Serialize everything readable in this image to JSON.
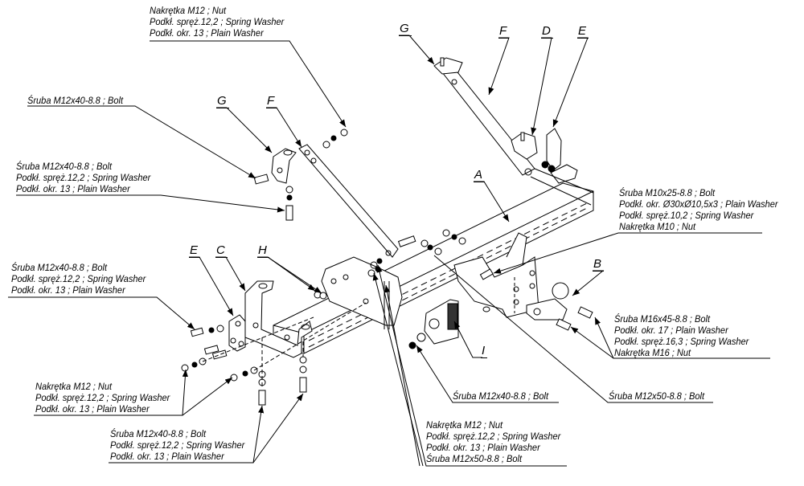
{
  "diagram": {
    "type": "exploded assembly drawing",
    "subject": "tow bar (hitch) mounting kit",
    "part_letters": {
      "A": "A",
      "B": "B",
      "C": "C",
      "D": "D",
      "E": "E",
      "F": "F",
      "G": "G",
      "H": "H",
      "I": "I"
    },
    "callouts": {
      "top_nut_group": [
        "Nakrętka  M12 ; Nut",
        "Podkł. spręż.12,2 ; Spring Washer",
        "Podkł. okr. 13 ; Plain Washer"
      ],
      "bolt_g_left": [
        "Śruba M12x40-8.8 ;  Bolt"
      ],
      "bolt_g_bottom": [
        "Śruba M12x40-8.8 ;  Bolt",
        "Podkł. spręż.12,2 ; Spring Washer",
        "Podkł. okr. 13 ; Plain Washer"
      ],
      "bolt_e_left": [
        "Śruba M12x40-8.8 ; Bolt",
        "Podkł. spręż.12,2 ; Spring Washer",
        "Podkł. okr. 13 ; Plain Washer"
      ],
      "nut_group_left": [
        "Nakrętka  M12 ; Nut",
        "Podkł. spręż.12,2 ; Spring Washer",
        "Podkł. okr. 13 ; Plain Washer"
      ],
      "bolt_c_bottom": [
        "Śruba M12x40-8.8 ;  Bolt",
        "Podkł. spręż.12,2 ; Spring Washer",
        "Podkł. okr. 13 ; Plain Washer"
      ],
      "bolt_m10_group": [
        "Śruba M10x25-8.8 ;  Bolt",
        "Podkł. okr. Ø30xØ10,5x3 ; Plain Washer",
        "Podkł. spręż.10,2 ; Spring Washer",
        "Nakrętka  M10 ; Nut"
      ],
      "bolt_m16_group": [
        "Śruba M16x45-8.8 ;  Bolt",
        "Podkł. okr. 17 ; Plain Washer",
        "Podkł. spręż.16,3 ; Spring Washer",
        "Nakrętka  M16 ; Nut"
      ],
      "bolt_socket": [
        "Śruba M12x40-8.8 ;  Bolt"
      ],
      "bolt_m12x50_right": [
        "Śruba M12x50-8.8 ;  Bolt"
      ],
      "bottom_center_group": [
        "Nakrętka  M12 ; Nut",
        "Podkł. spręż.12,2 ; Spring Washer",
        "Podkł. okr. 13 ; Plain Washer",
        "Śruba M12x50-8.8 ;  Bolt"
      ]
    }
  }
}
